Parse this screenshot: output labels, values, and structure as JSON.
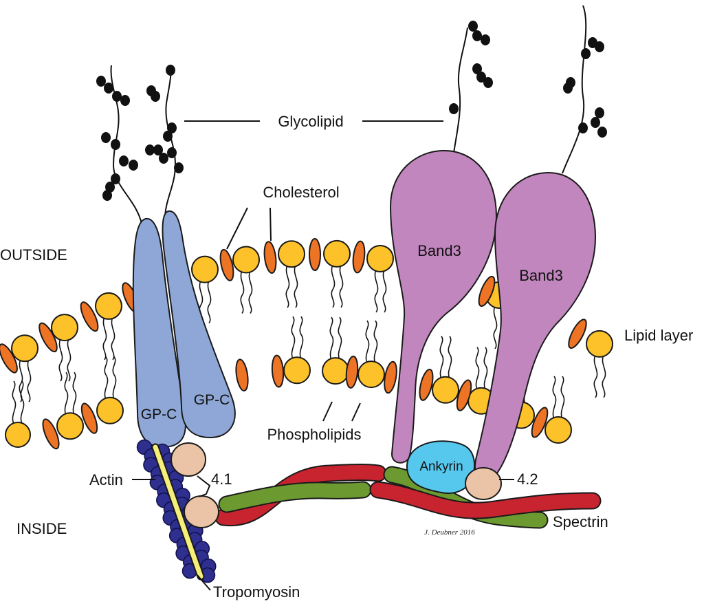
{
  "labels": {
    "glycolipid": "Glycolipid",
    "cholesterol": "Cholesterol",
    "outside": "OUTSIDE",
    "inside": "INSIDE",
    "lipid_layer": "Lipid layer",
    "phospholipids": "Phospholipids",
    "band3_left": "Band3",
    "band3_right": "Band3",
    "gpc_left": "GP-C",
    "gpc_right": "GP-C",
    "ankyrin": "Ankyrin",
    "protein_41": "4.1",
    "protein_42": "4.2",
    "actin": "Actin",
    "spectrin": "Spectrin",
    "tropomyosin": "Tropomyosin",
    "signature": "J. Deubner 2016"
  },
  "colors": {
    "phospholipid_head": "#FDC22A",
    "cholesterol": "#EE7425",
    "gpc": "#8EA7D6",
    "band3": "#C186BE",
    "ankyrin": "#56C8EE",
    "protein_4x": "#EBC4A7",
    "actin": "#2E2F8F",
    "tropomyosin": "#F5EE7B",
    "spectrin_red": "#C8242F",
    "spectrin_green": "#6C9A31",
    "sugar": "#111111"
  }
}
